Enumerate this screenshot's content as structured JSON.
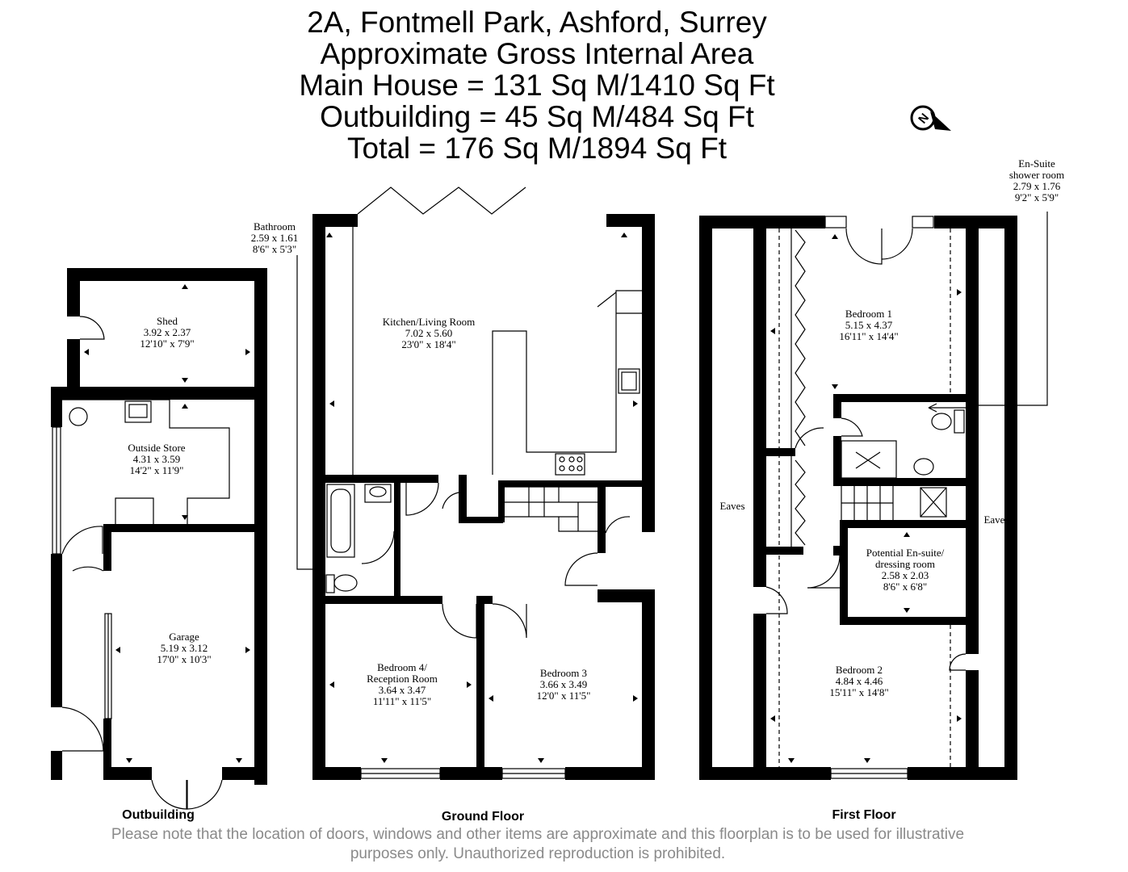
{
  "header": {
    "line1": "2A, Fontmell Park, Ashford, Surrey",
    "line2": "Approximate Gross Internal Area",
    "line3": "Main House = 131 Sq M/1410 Sq Ft",
    "line4": "Outbuilding = 45 Sq M/484 Sq Ft",
    "line5": "Total = 176 Sq M/1894 Sq Ft"
  },
  "compass": {
    "letter": "N"
  },
  "rooms": {
    "shed": {
      "name": "Shed",
      "metric": "3.92 x 2.37",
      "imperial": "12'10\" x 7'9\""
    },
    "outside_store": {
      "name": "Outside Store",
      "metric": "4.31 x 3.59",
      "imperial": "14'2\" x 11'9\""
    },
    "garage": {
      "name": "Garage",
      "metric": "5.19 x 3.12",
      "imperial": "17'0\" x 10'3\""
    },
    "bathroom": {
      "name": "Bathroom",
      "metric": "2.59 x 1.61",
      "imperial": "8'6\" x 5'3\""
    },
    "kitchen": {
      "name": "Kitchen/Living Room",
      "metric": "7.02 x 5.60",
      "imperial": "23'0\" x 18'4\""
    },
    "bedroom4": {
      "name1": "Bedroom 4/",
      "name2": "Reception Room",
      "metric": "3.64 x 3.47",
      "imperial": "11'11\" x 11'5\""
    },
    "bedroom3": {
      "name": "Bedroom 3",
      "metric": "3.66 x 3.49",
      "imperial": "12'0\" x 11'5\""
    },
    "ensuite_shower": {
      "name1": "En-Suite",
      "name2": "shower room",
      "metric": "2.79 x 1.76",
      "imperial": "9'2\" x 5'9\""
    },
    "bedroom1": {
      "name": "Bedroom 1",
      "metric": "5.15 x 4.37",
      "imperial": "16'11\" x 14'4\""
    },
    "eaves_left": {
      "name": "Eaves"
    },
    "eaves_right": {
      "name": "Eaves"
    },
    "potential_ensuite": {
      "name1": "Potential En-suite/",
      "name2": "dressing room",
      "metric": "2.58 x 2.03",
      "imperial": "8'6\" x 6'8\""
    },
    "bedroom2": {
      "name": "Bedroom 2",
      "metric": "4.84 x 4.46",
      "imperial": "15'11\" x 14'8\""
    }
  },
  "floors": {
    "outbuilding": "Outbuilding",
    "ground": "Ground Floor",
    "first": "First Floor"
  },
  "disclaimer": {
    "line1": "Please note that the location of doors, windows and other items are approximate and this floorplan is to be used for illustrative",
    "line2": "purposes only. Unauthorized reproduction is prohibited."
  }
}
